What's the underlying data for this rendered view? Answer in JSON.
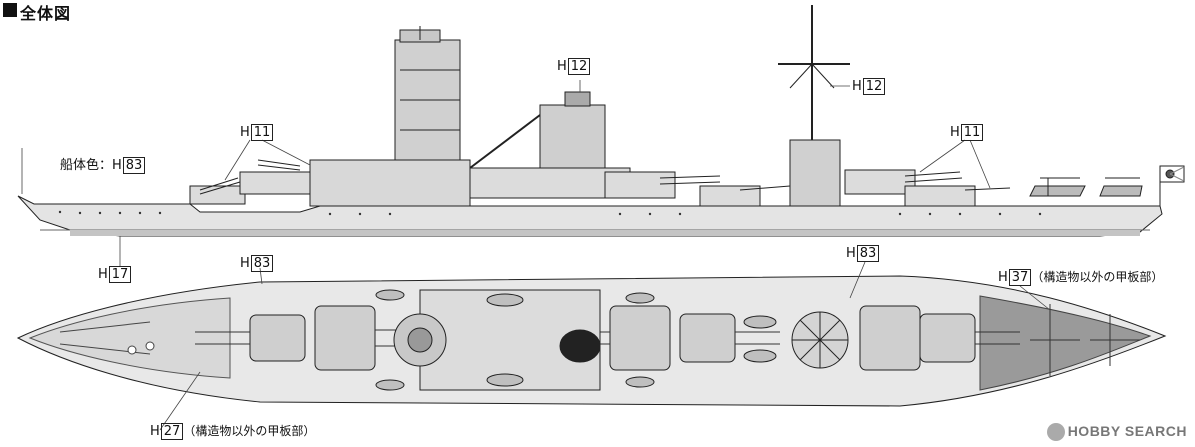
{
  "title": "全体図",
  "callouts": {
    "hull_color": {
      "label": "船体色：H",
      "code": "83"
    },
    "side_bottom": {
      "label": "H",
      "code": "17"
    },
    "funnel": {
      "label": "H",
      "code": "12"
    },
    "mast": {
      "label": "H",
      "code": "12"
    },
    "guns_fore": {
      "label": "H",
      "code": "11"
    },
    "guns_aft": {
      "label": "H",
      "code": "11"
    },
    "plan_fore": {
      "label": "H",
      "code": "83"
    },
    "plan_mid": {
      "label": "H",
      "code": "83"
    },
    "deck_aft": {
      "label": "H",
      "code": "37",
      "note": "（構造物以外の甲板部）"
    },
    "deck_fore": {
      "label": "H",
      "code": "27",
      "note": "（構造物以外の甲板部）"
    }
  },
  "watermark": "HOBBY SEARCH",
  "colors": {
    "line": "#222222",
    "hull": "#d0d0d0",
    "deck_aft": "#9a9a9a",
    "deck_fore": "#b8b8b8"
  }
}
